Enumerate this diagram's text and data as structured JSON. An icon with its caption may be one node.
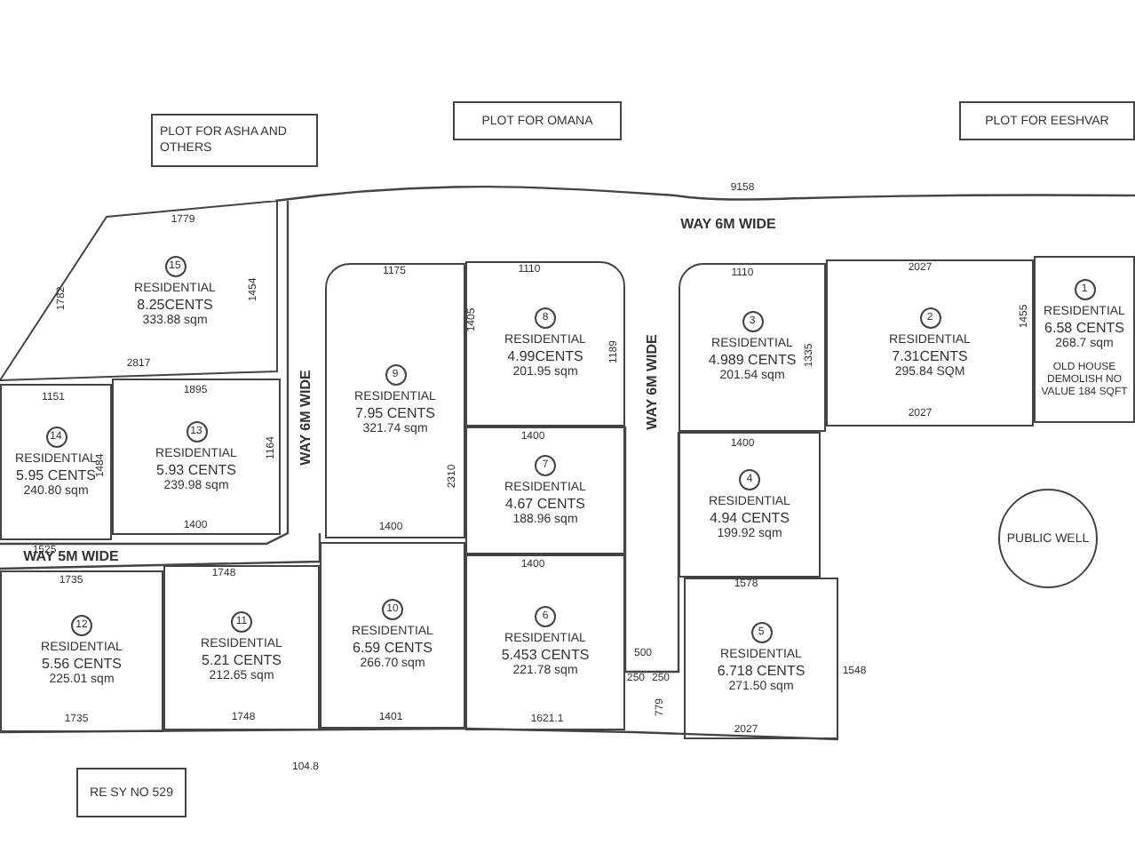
{
  "diagram": {
    "nodes": [
      {
        "text": [
          "PLOT FOR ASHA AND OTHERS"
        ]
      },
      {
        "text": [
          "PLOT FOR OMANA"
        ]
      },
      {
        "text": [
          "PLOT FOR EESHVAR"
        ]
      },
      {
        "text": [
          "15",
          "RESIDENTIAL",
          "8.25CENTS",
          "333.88 sqm"
        ]
      },
      {
        "text": [
          "9",
          "RESIDENTIAL",
          "7.95 CENTS",
          "321.74 sqm"
        ]
      },
      {
        "text": [
          "8",
          "RESIDENTIAL",
          "4.99CENTS",
          "201.95 sqm"
        ]
      },
      {
        "text": [
          "3",
          "RESIDENTIAL",
          "4.989 CENTS",
          "201.54 sqm"
        ]
      },
      {
        "text": [
          "2",
          "RESIDENTIAL",
          "7.31CENTS",
          "295.84 SQM"
        ]
      },
      {
        "text": [
          "1",
          "RESIDENTIAL",
          "6.58 CENTS",
          "268.7 sqm",
          "OLD HOUSE DEMOLISH NO VALUE 184 SQFT"
        ]
      },
      {
        "text": [
          "14",
          "RESIDENTIAL",
          "5.95 CENTS",
          "240.80 sqm"
        ]
      },
      {
        "text": [
          "13",
          "RESIDENTIAL",
          "5.93 CENTS",
          "239.98 sqm"
        ]
      },
      {
        "text": [
          "7",
          "RESIDENTIAL",
          "4.67 CENTS",
          "188.96 sqm"
        ]
      },
      {
        "text": [
          "4",
          "RESIDENTIAL",
          "4.94 CENTS",
          "199.92 sqm"
        ]
      },
      {
        "text": [
          "PUBLIC WELL"
        ]
      },
      {
        "text": [
          "12",
          "RESIDENTIAL",
          "5.56 CENTS",
          "225.01 sqm"
        ]
      },
      {
        "text": [
          "11",
          "RESIDENTIAL",
          "5.21 CENTS",
          "212.65 sqm"
        ]
      },
      {
        "text": [
          "10",
          "RESIDENTIAL",
          "6.59 CENTS",
          "266.70 sqm"
        ]
      },
      {
        "text": [
          "6",
          "RESIDENTIAL",
          "5.453 CENTS",
          "221.78 sqm"
        ]
      },
      {
        "text": [
          "5",
          "RESIDENTIAL",
          "6.718 CENTS",
          "271.50 sqm"
        ]
      },
      {
        "text": [
          "RE SY NO 529"
        ]
      }
    ],
    "labels": [
      "9158",
      "WAY 6M WIDE",
      "1779",
      "1782",
      "1454",
      "2817",
      "WAY 6M WIDE",
      "1175",
      "1110",
      "1405",
      "1189",
      "WAY 6M WIDE",
      "1110",
      "2027",
      "1455",
      "1335",
      "2027",
      "1151",
      "1895",
      "1484",
      "1164",
      "2310",
      "1400",
      "1400",
      "1400",
      "1400",
      "1400",
      "1525",
      "WAY 5M WIDE",
      "1735",
      "1748",
      "1578",
      "1548",
      "500",
      "250",
      "250",
      "1735",
      "1748",
      "1401",
      "1621.1",
      "779",
      "2027",
      "104.8"
    ]
  }
}
